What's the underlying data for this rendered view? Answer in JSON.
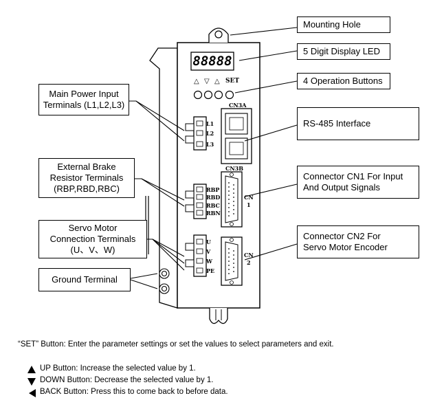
{
  "callouts": {
    "mounting_hole": "Mounting Hole",
    "display_led": "5 Digit Display LED",
    "operation_buttons": "4 Operation Buttons",
    "rs485": "RS-485 Interface",
    "cn1": "Connector CN1 For Input\nAnd Output Signals",
    "cn2": "Connector CN2 For\nServo Motor Encoder",
    "main_power": "Main Power Input\nTerminals (L1,L2,L3)",
    "brake_resistor": "External Brake\nResistor  Terminals\n(RBP,RBD,RBC)",
    "servo_motor": "Servo Motor\nConnection Terminals\n(U、V、W)",
    "ground": "Ground Terminal"
  },
  "device": {
    "display_digits": "88888",
    "button_symbols": [
      "△",
      "▽",
      "△",
      "SET"
    ],
    "cn3a_label": "CN3A",
    "cn3b_label": "CN3B",
    "cn1_label": [
      "CN",
      "1"
    ],
    "cn2_label": [
      "CN",
      "2"
    ],
    "power_terminals": [
      "L1",
      "L2",
      "L3"
    ],
    "brake_terminals": [
      "RBP",
      "RBD",
      "RBC",
      "RBN"
    ],
    "motor_terminals": [
      "U",
      "V",
      "W",
      "PE"
    ]
  },
  "notes": {
    "set_button": "“SET” Button: Enter the parameter settings or set the values to select parameters and exit.",
    "up_button": "UP Button: Increase the selected value by 1.",
    "down_button": "DOWN Button: Decrease the selected value by 1.",
    "back_button": "BACK Button: Press this to come back to before data."
  }
}
